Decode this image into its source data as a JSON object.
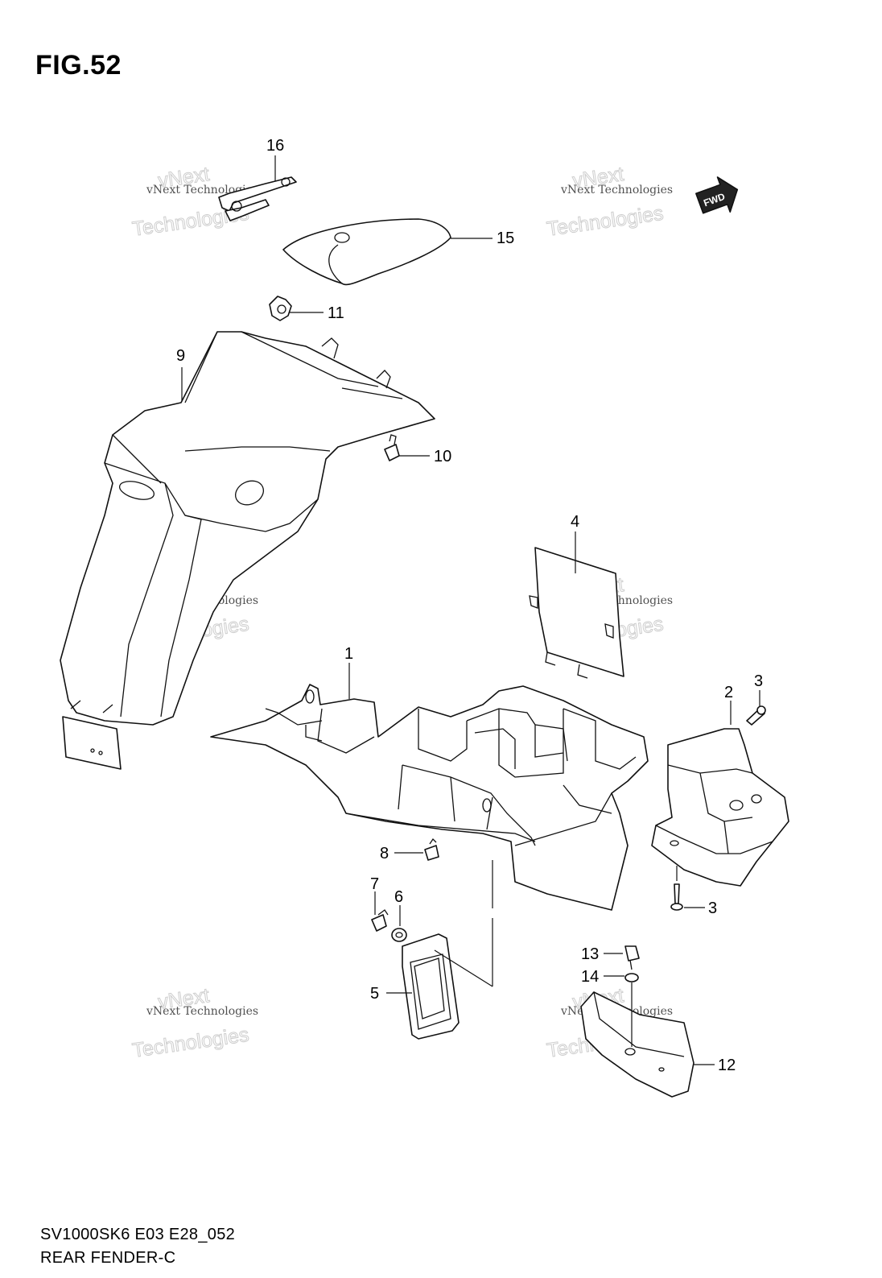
{
  "figure": {
    "title": "FIG.52",
    "model_code": "SV1000SK6 E03 E28_052",
    "section_name": "REAR FENDER-C",
    "fwd_label": "FWD"
  },
  "watermark": {
    "line1": "vNext Technologies",
    "line2": "vNext",
    "line3": "Technologies"
  },
  "callouts": {
    "c1": "1",
    "c2": "2",
    "c3a": "3",
    "c3b": "3",
    "c4": "4",
    "c5": "5",
    "c6": "6",
    "c7": "7",
    "c8": "8",
    "c9": "9",
    "c10": "10",
    "c11": "11",
    "c12": "12",
    "c13": "13",
    "c14": "14",
    "c15": "15",
    "c16": "16"
  }
}
